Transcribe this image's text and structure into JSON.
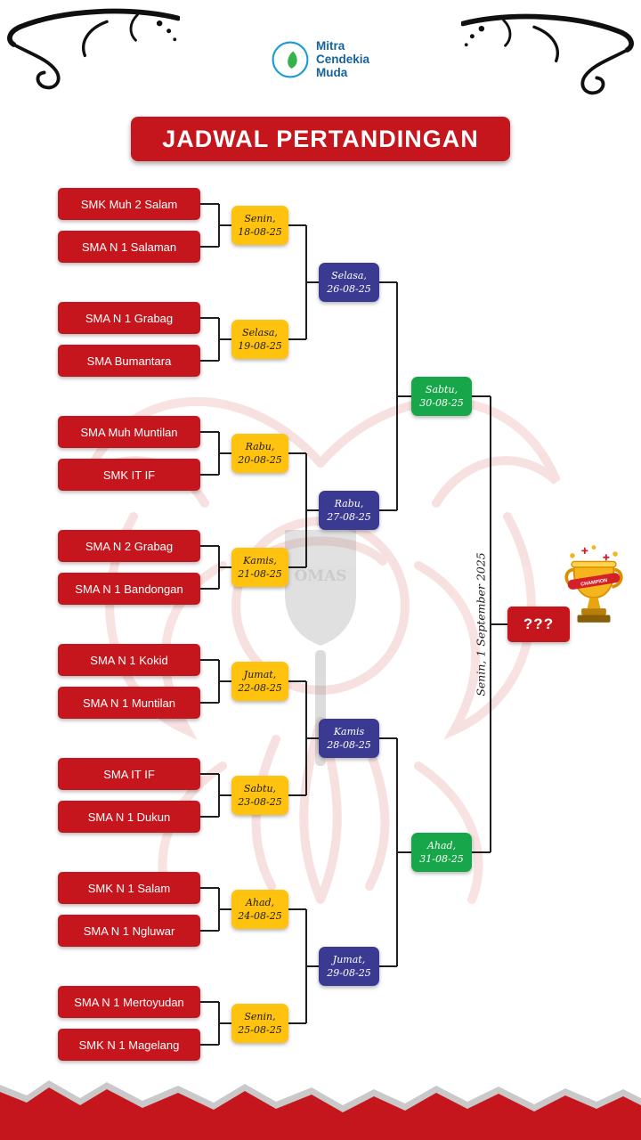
{
  "palette": {
    "red": "#C4161C",
    "yellow": "#FFC20E",
    "blue": "#3B3A93",
    "green": "#18A64B",
    "brand_blue": "#15629F"
  },
  "header": {
    "brand": {
      "line1": "Mitra",
      "line2": "Cendekia",
      "line3": "Muda"
    },
    "title": "JADWAL PERTANDINGAN"
  },
  "bracket": {
    "round1": [
      {
        "team_top": "SMK Muh 2 Salam",
        "team_bottom": "SMA N 1 Salaman",
        "day": "Senin,",
        "date": "18-08-25"
      },
      {
        "team_top": "SMA N 1 Grabag",
        "team_bottom": "SMA Bumantara",
        "day": "Selasa,",
        "date": "19-08-25"
      },
      {
        "team_top": "SMA Muh Muntilan",
        "team_bottom": "SMK IT IF",
        "day": "Rabu,",
        "date": "20-08-25"
      },
      {
        "team_top": "SMA N 2 Grabag",
        "team_bottom": "SMA N 1 Bandongan",
        "day": "Kamis,",
        "date": "21-08-25"
      },
      {
        "team_top": "SMA N 1 Kokid",
        "team_bottom": "SMA N 1 Muntilan",
        "day": "Jumat,",
        "date": "22-08-25"
      },
      {
        "team_top": "SMA IT IF",
        "team_bottom": "SMA N 1 Dukun",
        "day": "Sabtu,",
        "date": "23-08-25"
      },
      {
        "team_top": "SMK N 1 Salam",
        "team_bottom": "SMA N 1 Ngluwar",
        "day": "Ahad,",
        "date": "24-08-25"
      },
      {
        "team_top": "SMA N 1 Mertoyudan",
        "team_bottom": "SMK N 1 Magelang",
        "day": "Senin,",
        "date": "25-08-25"
      }
    ],
    "quarterfinals": [
      {
        "day": "Selasa,",
        "date": "26-08-25"
      },
      {
        "day": "Rabu,",
        "date": "27-08-25"
      },
      {
        "day": "Kamis",
        "date": "28-08-25"
      },
      {
        "day": "Jumat,",
        "date": "29-08-25"
      }
    ],
    "semifinals": [
      {
        "day": "Sabtu,",
        "date": "30-08-25"
      },
      {
        "day": "Ahad,",
        "date": "31-08-25"
      }
    ],
    "final": {
      "date_label": "Senin, 1 September 2025",
      "winner_placeholder": "???",
      "trophy_banner": "CHAMPION"
    }
  },
  "watermark": {
    "emblem_text": "OMAS"
  }
}
